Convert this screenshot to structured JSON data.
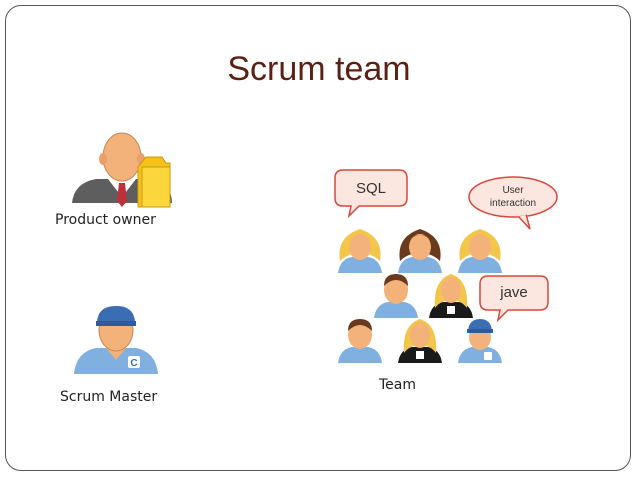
{
  "slide": {
    "title": "Scrum team",
    "product_owner_label": "Product owner",
    "scrum_master_label": "Scrum Master",
    "team_label": "Team",
    "bubbles": {
      "sql": "SQL",
      "user_interaction": "User interaction",
      "jave": "jave"
    }
  },
  "colors": {
    "title": "#5b1f14",
    "bubble_fill": "#fbe7df",
    "bubble_stroke": "#d9463c",
    "skin": "#f3b27a",
    "blonde": "#f2c64a",
    "brown_hair": "#6b3a1c",
    "suit": "#5e5e5e",
    "jersey": "#7fb0e0",
    "cap": "#3b6db3",
    "folder": "#f6c21a"
  }
}
